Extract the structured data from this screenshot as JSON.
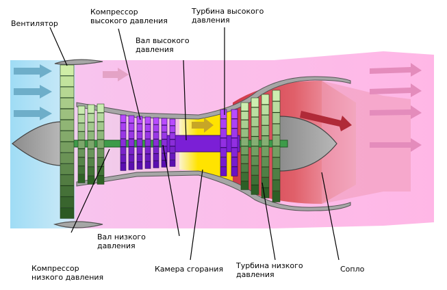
{
  "labels": {
    "fan": "Вентилятор",
    "hp_compressor": "Компрессор\nвысокого давления",
    "hp_shaft": "Вал высокого\nдавления",
    "hp_turbine": "Турбина высокого\nдавления",
    "lp_shaft": "Вал низкого\nдавления",
    "lp_compressor": "Компрессор\nнизкого давления",
    "combustor": "Камера сгорания",
    "lp_turbine": "Турбина низкого\nдавления",
    "nozzle": "Сопло"
  },
  "colors": {
    "inlet_air": "#9fdcf5",
    "bypass_air": "#ffb9e8",
    "combustor_hot": "#ffe300",
    "exhaust_hot": "#dd4a55",
    "fan_green": "#4e8a3c",
    "compressor_purple": "#8a18d8",
    "casing_gray": "#a0a0a0"
  }
}
